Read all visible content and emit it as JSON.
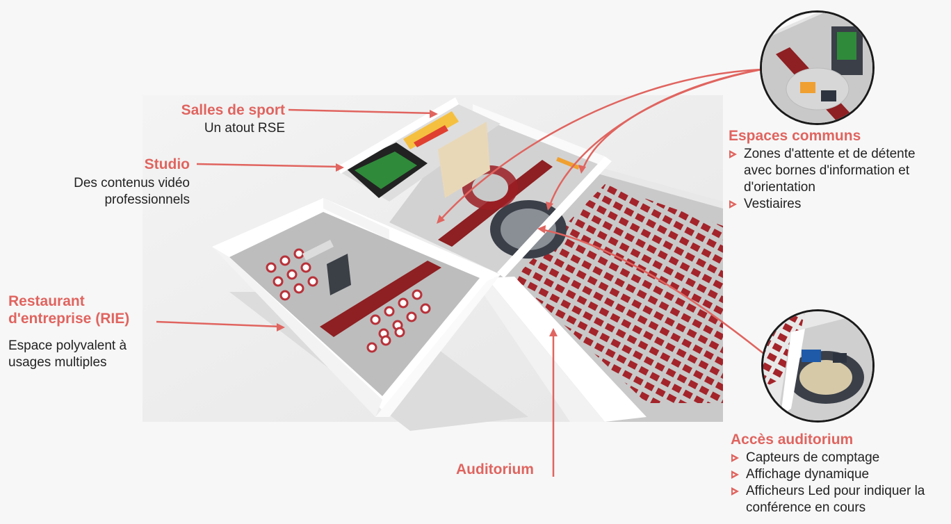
{
  "labels": {
    "salles_sport": {
      "title": "Salles de sport",
      "text": "Un atout RSE"
    },
    "studio": {
      "title": "Studio",
      "text_line1": "Des contenus vidéo",
      "text_line2": "professionnels"
    },
    "restaurant": {
      "title_line1": "Restaurant",
      "title_line2": "d'entreprise (RIE)",
      "text_line1": "Espace polyvalent à",
      "text_line2": "usages multiples"
    },
    "auditorium": {
      "title": "Auditorium"
    },
    "espaces_communs": {
      "title": "Espaces communs",
      "items": [
        "Zones d'attente et de détente avec bornes d'information et d'orientation",
        "Vestiaires"
      ]
    },
    "acces_auditorium": {
      "title": "Accès auditorium",
      "items": [
        "Capteurs de comptage",
        "Affichage dynamique",
        "Afficheurs Led pour indiquer la conférence en cours"
      ]
    }
  },
  "colors": {
    "accent": "#e0645f",
    "carpet": "#8e1f22",
    "seat": "#a3242a",
    "floor": "#bdbdbd",
    "wall": "#fbfbfb"
  }
}
